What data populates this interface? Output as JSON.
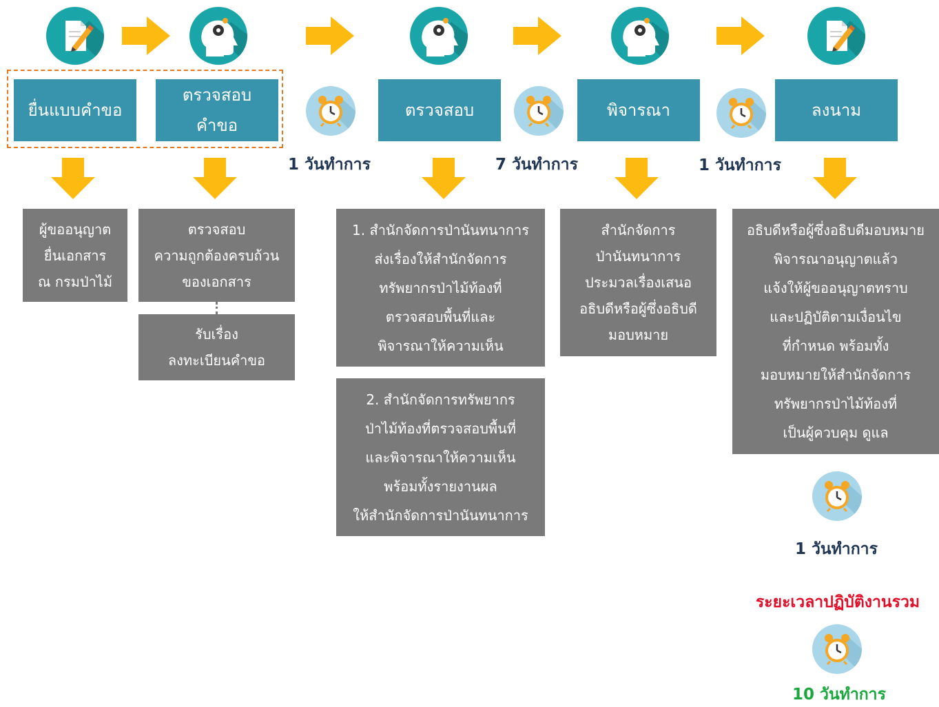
{
  "colors": {
    "step_box": "#3894ad",
    "desc_box": "#7a7a7a",
    "arrow": "#fdbb12",
    "icon_bg": "#1aa5a8",
    "clock_bg": "#a9d6e8",
    "dashed_border": "#e27a24",
    "days_text": "#1f3552",
    "total_label": "#e0102a",
    "total_days": "#1aa83e"
  },
  "icons": {
    "document": "document-pen-icon",
    "head": "head-gear-icon",
    "clock": "alarm-clock-icon",
    "arrow_right": "arrow-right-icon",
    "arrow_down": "arrow-down-icon"
  },
  "steps": [
    {
      "label": "ยื่นแบบคำขอ"
    },
    {
      "label": "ตรวจสอบ\nคำขอ"
    },
    {
      "label": "ตรวจสอบ"
    },
    {
      "label": "พิจารณา"
    },
    {
      "label": "ลงนาม"
    }
  ],
  "durations": [
    {
      "label": "1 วันทำการ"
    },
    {
      "label": "7 วันทำการ"
    },
    {
      "label": "1 วันทำการ"
    },
    {
      "label": "1 วันทำการ"
    }
  ],
  "descriptions": [
    {
      "text": "ผู้ขออนุญาต\nยื่นเอกสาร\nณ กรมป่าไม้"
    },
    {
      "text": "ตรวจสอบ\nความถูกต้องครบถ้วน\nของเอกสาร"
    },
    {
      "text": "รับเรื่อง\nลงทะเบียนคำขอ"
    },
    {
      "text": "1. สำนักจัดการป่านันทนาการ\nส่งเรื่องให้สำนักจัดการ\nทรัพยากรป่าไม้ท้องที่\nตรวจสอบพื้นที่และ\nพิจารณาให้ความเห็น"
    },
    {
      "text": "2. สำนักจัดการทรัพยากร\nป่าไม้ท้องที่ตรวจสอบพื้นที่\nและพิจารณาให้ความเห็น\nพร้อมทั้งรายงานผล\nให้สำนักจัดการป่านันทนาการ"
    },
    {
      "text": "สำนักจัดการ\nป่านันทนาการ\nประมวลเรื่องเสนอ\nอธิบดีหรือผู้ซึ่งอธิบดี\nมอบหมาย"
    },
    {
      "text": "อธิบดีหรือผู้ซึ่งอธิบดีมอบหมาย\nพิจารณาอนุญาตแล้ว\nแจ้งให้ผู้ขออนุญาตทราบ\nและปฏิบัติตามเงื่อนไข\nที่กำหนด พร้อมทั้ง\nมอบหมายให้สำนักจัดการ\nทรัพยากรป่าไม้ท้องที่\nเป็นผู้ควบคุม ดูแล"
    }
  ],
  "total": {
    "label": "ระยะเวลาปฏิบัติงานรวม",
    "days": "10 วันทำการ"
  }
}
